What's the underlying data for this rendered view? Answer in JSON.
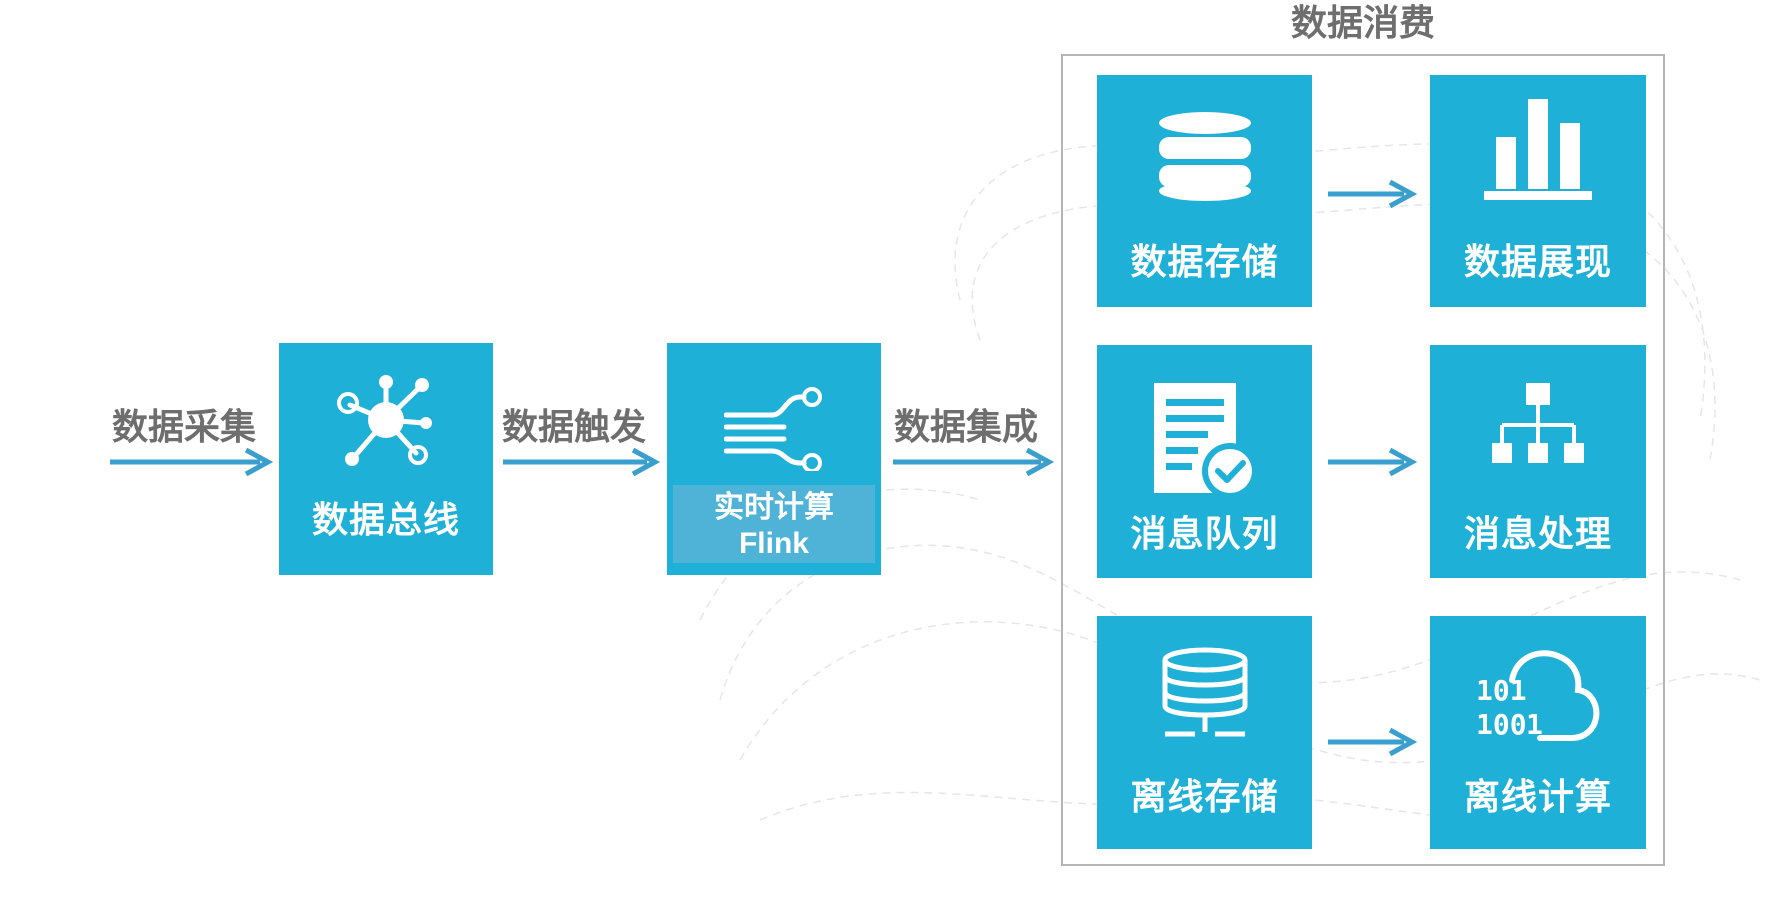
{
  "flow": {
    "collect_label": "数据采集",
    "trigger_label": "数据触发",
    "integrate_label": "数据集成"
  },
  "bus": {
    "label": "数据总线"
  },
  "compute": {
    "line1": "实时计算",
    "line2": "Flink"
  },
  "consume": {
    "title": "数据消费",
    "items": [
      {
        "label": "数据存储",
        "icon": "database-icon"
      },
      {
        "label": "数据展现",
        "icon": "bar-chart-icon"
      },
      {
        "label": "消息队列",
        "icon": "document-check-icon"
      },
      {
        "label": "消息处理",
        "icon": "hierarchy-icon"
      },
      {
        "label": "离线存储",
        "icon": "database-outline-icon"
      },
      {
        "label": "离线计算",
        "icon": "cloud-binary-icon"
      }
    ]
  },
  "colors": {
    "box": "#1eb0d6",
    "arrow": "#3a9fcc",
    "text_gray": "#6e6e6e",
    "frame": "#b5b5b5"
  }
}
